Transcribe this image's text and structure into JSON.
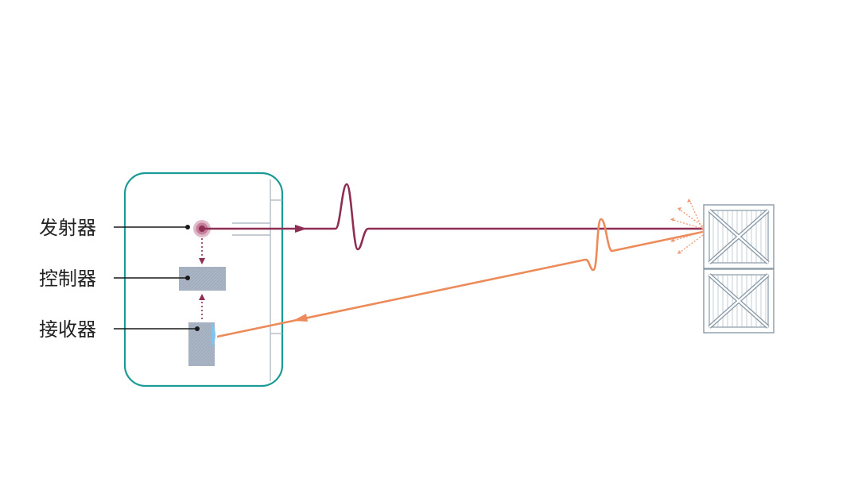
{
  "labels": {
    "emitter": "发射器",
    "controller": "控制器",
    "receiver": "接收器"
  },
  "colors": {
    "housing": "#1a9b96",
    "emit_wave": "#8e2e52",
    "return_wave": "#ec8a59",
    "component_fill": "#a9b4c4",
    "lens": "#7fc4ee",
    "crate": "#8a9aa8",
    "leader_line": "#1a1a1a"
  },
  "icons": {
    "target": "wooden-crate-icon",
    "emitter": "emitter-ring-icon"
  }
}
